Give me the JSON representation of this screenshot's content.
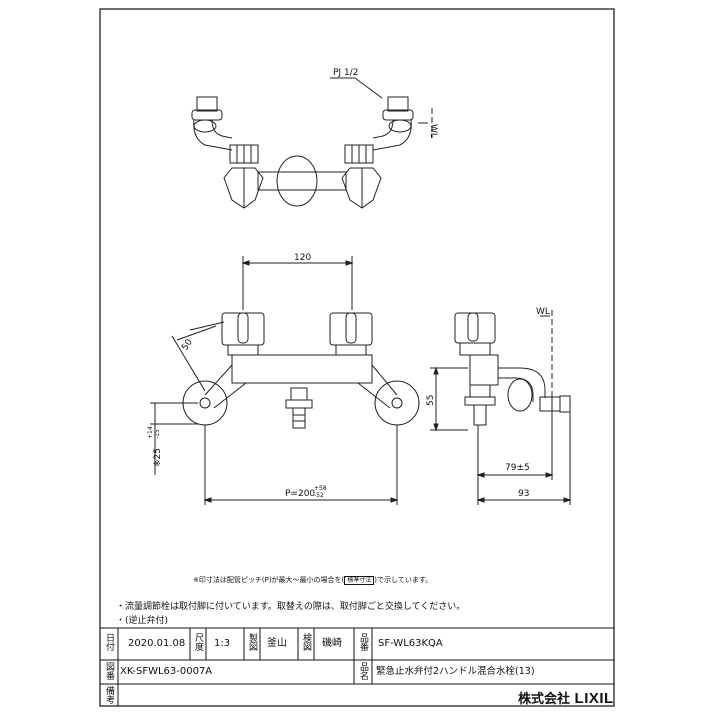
{
  "drawing": {
    "top_view": {
      "pipe_label": "PJ 1/2",
      "wall_label": "WL"
    },
    "front_view": {
      "dim_center": "120",
      "dim_angle": "50",
      "dim_height": "55",
      "dim_pitch": "P=200",
      "dim_pitch_tol_upper": "+58",
      "dim_pitch_tol_lower": "-52",
      "dim_angle_range": "※25",
      "dim_angle_tol_upper": "+14",
      "dim_angle_tol_lower": "-15"
    },
    "side_view": {
      "wall_label": "WL",
      "dim_depth": "79±5",
      "dim_total": "93"
    }
  },
  "notes": {
    "asterisk_note": "※印寸法は配管ピッチ(P)が最大～最小の場合を(",
    "asterisk_note_box": "標準寸法",
    "asterisk_note_tail": ")で示しています。",
    "line1": "・流量調節栓は取付脚に付いています。取替えの際は、取付脚ごと交換してください。",
    "line2": "・(逆止弁付)"
  },
  "title_block": {
    "date_label": "日付",
    "date": "2020.01.08",
    "scale_label": "尺度",
    "scale": "1:3",
    "drawn_label": "製図",
    "drawn": "釜山",
    "checked_label": "検図",
    "checked": "磯崎",
    "product_code_label": "品番",
    "product_code": "SF-WL63KQA",
    "drawing_no_label": "図番",
    "drawing_no": "XK-SFWL63-0007A",
    "product_name_label": "品名",
    "product_name": "緊急止水弁付2ハンドル混合水栓(13)",
    "remarks_label": "備考",
    "remarks": "",
    "company": "株式会社",
    "brand": "LIXIL"
  }
}
